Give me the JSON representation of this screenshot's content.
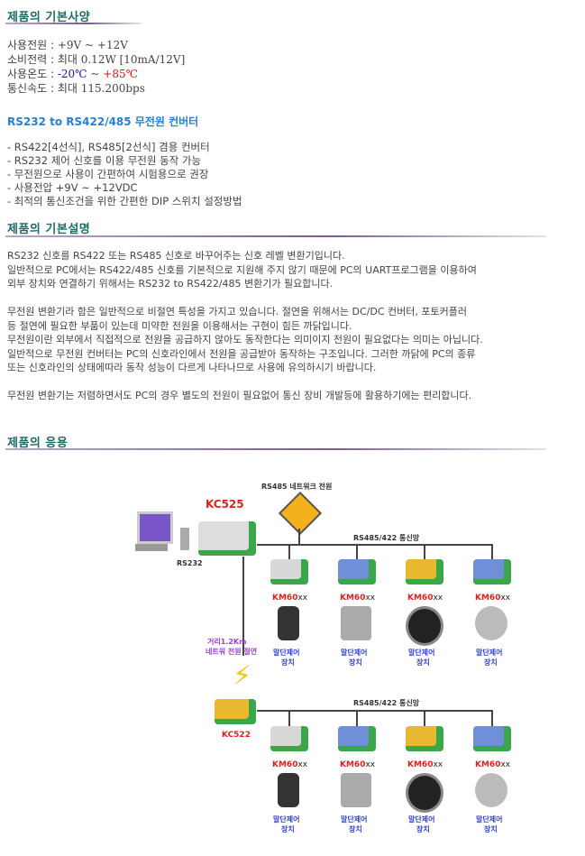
{
  "sections": {
    "basic": "제품의 기본사양",
    "desc": "제품의 기본설명",
    "app": "제품의 응용"
  },
  "specs": [
    {
      "k": "사용전원 : ",
      "v": "+9V ~ +12V"
    },
    {
      "k": "소비전력 : 최대 ",
      "v": "0.12W [10mA/12V]"
    },
    {
      "k": "사용온도 : ",
      "lo": "-20℃",
      "mid": " ~ ",
      "hi": "+85℃"
    },
    {
      "k": "통신속도 : 최대 ",
      "v": "115.200bps"
    }
  ],
  "subtitle": "RS232 to RS422/485 무전원 컨버터",
  "features": [
    "- RS422[4선식], RS485[2선식] 겸용 컨버터",
    "- RS232 제어 신호를 이용 무전원 동작 가능",
    "- 무전원으로 사용이 간편하여 시험용으로 권장",
    "- 사용전압 +9V ~ +12VDC",
    "- 최적의 통신조건을 위한 간편한 DIP 스위치 설정방법"
  ],
  "description": [
    "RS232 신호를 RS422 또는 RS485 신호로 바꾸어주는 신호 레벨 변환기입니다.",
    "일반적으로 PC에서는 RS422/485 신호를 기본적으로 지원해 주지 않기 때문에 PC의 UART프로그램을 이용하여",
    "외부 장치와 연결하기 위해서는 RS232 to RS422/485 변환기가 필요합니다.",
    "",
    "무전원 변환기라 함은 일반적으로 비절연 특성을 가지고 있습니다. 절연을 위해서는 DC/DC 컨버터, 포토커플러",
    "등 절연에 필요한 부품이 있는데 미약한 전원을 이용해서는 구현이 힘든 까닭입니다.",
    "무전원이란 외부에서 직접적으로 전원을 공급하지 않아도 동작한다는 의미이지 전원이 필요없다는 의미는 아닙니다.",
    "일반적으로 무전원 컨버터는 PC의 신호라인에서 전원을 공급받아 동작하는 구조입니다. 그러한 까닭에 PC의 종류",
    "또는 신호라인의 상태에따라 동작 성능이 다르게 나타나므로 사용에 유의하시기 바랍니다.",
    "",
    "무전원 변환기는 저렴하면서도 PC의 경우 별도의 전원이 필요없어 통신 장비 개발등에 활용하기에는 편리합니다."
  ],
  "diagram": {
    "power": "RS485 네트워크 전원",
    "kc525": "KC525",
    "rs232": "RS232",
    "bus": "RS485/422 통신망",
    "kc522": "KC522",
    "distance": "거리1.2Km",
    "isolation": "네트워 전원 절연",
    "model": "KM60",
    "model_suffix": "xx",
    "terminal1": "말단제어",
    "terminal2": "장치",
    "device_colors": [
      "#d8d8d8",
      "#6f8fd8",
      "#e8b830",
      "#6f8fd8"
    ],
    "icons": [
      "traffic-light-icon",
      "hard-drive-icon",
      "gauge-icon",
      "gear-icon"
    ]
  }
}
